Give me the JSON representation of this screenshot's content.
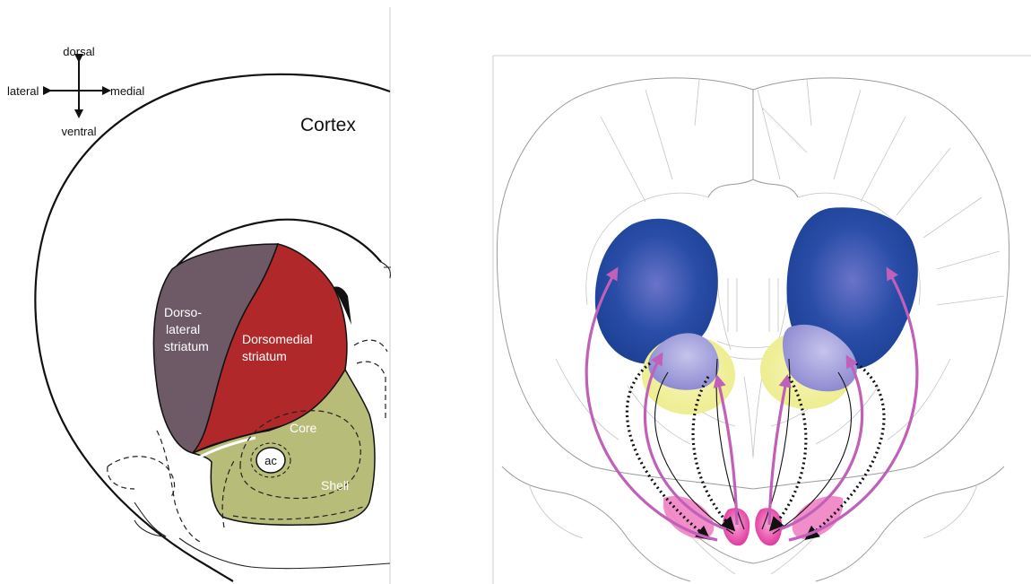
{
  "left_diagram": {
    "orientation": {
      "dorsal": "dorsal",
      "ventral": "ventral",
      "lateral": "lateral",
      "medial": "medial"
    },
    "labels": {
      "cortex": "Cortex",
      "dls_line1": "Dorso-",
      "dls_line2": "lateral",
      "dls_line3": "striatum",
      "dms_line1": "Dorsomedial",
      "dms_line2": "striatum",
      "core": "Core",
      "shell": "Shell",
      "ac": "ac"
    },
    "colors": {
      "dorsolateral_striatum": "#6e5a66",
      "dorsomedial_striatum": "#b0282a",
      "nucleus_accumbens": "#b7bd78"
    }
  },
  "right_diagram": {
    "colors": {
      "dorsal_striatum": "#1f4a9e",
      "accumbens_core": "#9a98d6",
      "accumbens_shell": "#f3f0a0",
      "midbrain": "#e0309a",
      "projection_solid": "#c060b8",
      "projection_dotted": "#111111"
    }
  }
}
